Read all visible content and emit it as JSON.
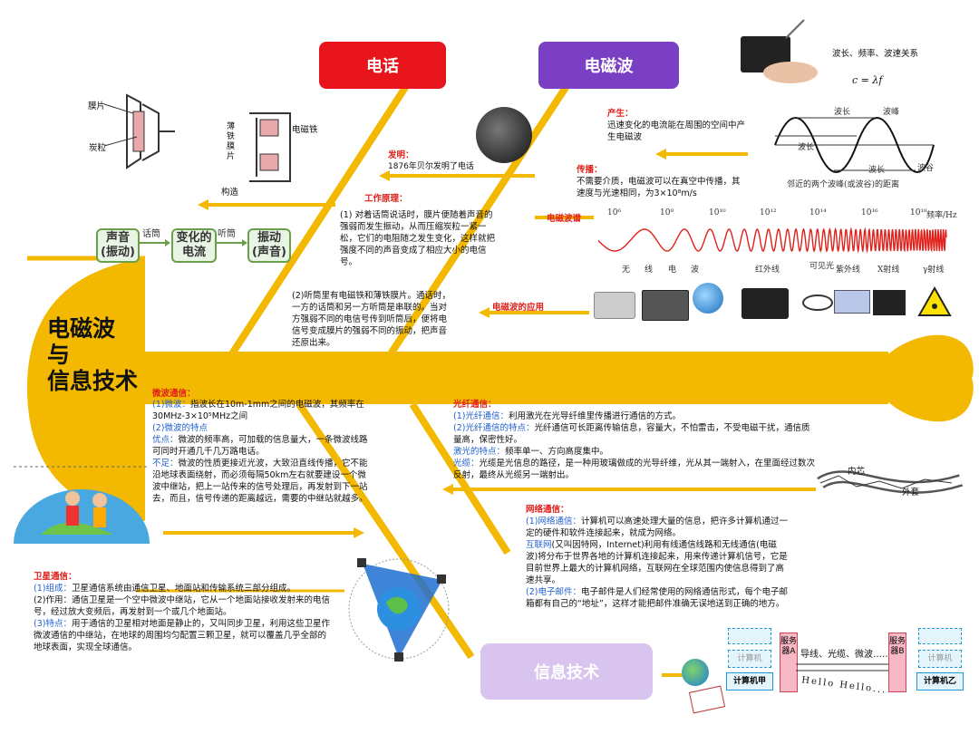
{
  "main_title": [
    "电磁波",
    "与",
    "信息技术"
  ],
  "branches": {
    "phone": {
      "title": "电话"
    },
    "em_wave": {
      "title": "电磁波"
    },
    "info_tech": {
      "title": "信息技术"
    }
  },
  "phone": {
    "diagram_labels": {
      "membrane": "膜片",
      "carbon": "炭粒",
      "thin_iron": "薄铁膜片",
      "electromagnet": "电磁铁",
      "structure": "构造"
    },
    "chain": [
      "声音\n(振动)",
      "变化的\n电流",
      "振动\n(声音)"
    ],
    "chain_arrows": [
      "话筒",
      "听筒"
    ],
    "invention_label": "发明：",
    "invention_text": "1876年贝尔发明了电话",
    "principle_label": "工作原理：",
    "principle_1": "(1) 对着话筒说话时，膜片便随着声音的强弱而发生振动，从而压缩炭粒一紧一松，它们的电阻随之发生变化，这样就把强度不同的声音变成了相应大小的电信号。",
    "principle_2": "(2)听筒里有电磁铁和薄铁膜片。通话时，一方的话筒和另一方听筒是串联的。当对方强弱不同的电信号传到听筒后，便将电信号变成膜片的强弱不同的振动，把声音还原出来。"
  },
  "em": {
    "relation_label": "波长、频率、波速关系",
    "formula": "c = λf",
    "produce_label": "产生：",
    "produce_text": "迅速变化的电流能在周围的空间中产生电磁波",
    "spread_label": "传播：",
    "spread_text": "不需要介质，电磁波可以在真空中传播，其速度与光速相同，为3×10⁸m/s",
    "spectrum_label": "电磁波谱",
    "apply_label": "电磁波的应用",
    "wave_labels": {
      "wavelength1": "波长",
      "crest": "波峰",
      "wavelength2": "波长",
      "wavelength3": "波长",
      "trough": "波谷",
      "caption": "邻近的两个波峰(或波谷)的距离"
    },
    "freq_ticks": [
      "10⁶",
      "10⁸",
      "10¹⁰",
      "10¹²",
      "10¹⁴",
      "10¹⁶",
      "10¹⁸"
    ],
    "freq_unit": "频率/Hz",
    "bands": [
      "无",
      "线",
      "电",
      "波",
      "红外线",
      "可见光",
      "紫外线",
      "X射线",
      "γ射线"
    ]
  },
  "microwave": {
    "label": "微波通信：",
    "item1_label": "(1)微波：",
    "item1_text": "指波长在10m-1mm之间的电磁波，其频率在30MHz-3×10⁵MHz之间",
    "item2_label": "(2)微波的特点",
    "adv_label": "优点：",
    "adv_text": "微波的频率高，可加载的信息量大，一条微波线路可同时开通几千几万路电话。",
    "dis_label": "不足：",
    "dis_text": "微波的性质更接近光波，大致沿直线传播，它不能沿地球表面绕射，而必须每隔50km左右就要建设一个微波中继站，把上一站传来的信号处理后，再发射到下一站去，而且，信号传递的距离越远，需要的中继站就越多。"
  },
  "satellite": {
    "label": "卫星通信：",
    "item1_label": "(1)组成：",
    "item1_text": "卫星通信系统由通信卫星、地面站和传输系统三部分组成。",
    "item2_text": "(2)作用：通信卫星是一个空中微波中继站，它从一个地面站接收发射来的电信号，经过放大变频后，再发射到一个或几个地面站。",
    "item3_label": "(3)特点：",
    "item3_text": "用于通信的卫星相对地面是静止的，又叫同步卫星，利用这些卫星作微波通信的中继站，在地球的周围均匀配置三颗卫星，就可以覆盖几乎全部的地球表面，实现全球通信。"
  },
  "fiber": {
    "label": "光纤通信：",
    "item1_label": "(1)光纤通信：",
    "item1_text": "利用激光在光导纤维里传播进行通信的方式。",
    "item2_label": "(2)光纤通信的特点：",
    "item2_text": "光纤通信可长距离传输信息，容量大，不怕雷击，不受电磁干扰，通信质量高，保密性好。",
    "laser_label": "激光的特点：",
    "laser_text": "频率单一、方向高度集中。",
    "cable_label": "光缆：",
    "cable_text": "光缆是光信息的路径，是一种用玻璃做成的光导纤维，光从其一端射入，在里面经过数次反射，最终从光缆另一端射出。",
    "inner_core": "内芯",
    "outer_sheath": "外套"
  },
  "network": {
    "label": "网络通信：",
    "item1_label": "(1)网络通信：",
    "item1_text": "计算机可以高速处理大量的信息，把许多计算机通过一定的硬件和软件连接起来，就成为网络。",
    "internet_label": "互联网",
    "internet_text": "(又叫因特网，Internet)利用有线通信线路和无线通信(电磁波)将分布于世界各地的计算机连接起来，用来传递计算机信号，它是目前世界上最大的计算机网络，互联网在全球范围内使信息得到了高速共享。",
    "item2_label": "(2)电子邮件：",
    "item2_text": "电子邮件是人们经常使用的网络通信形式，每个电子邮箱都有自己的“地址”，这样才能把邮件准确无误地送到正确的地方。",
    "diagram": {
      "computer": "计算机",
      "server_a": "服务器A",
      "server_b": "服务器B",
      "computer_a": "计算机甲",
      "computer_b": "计算机乙",
      "links": "导线、光缆、微波……",
      "hello": "Hello Hello..."
    }
  },
  "colors": {
    "phone_box": "#e8141c",
    "em_box": "#7b3fc4",
    "info_box": "#d8c4ee",
    "fish": "#f3b800",
    "accent_red": "#e0201a",
    "accent_blue": "#1f5fd0"
  }
}
